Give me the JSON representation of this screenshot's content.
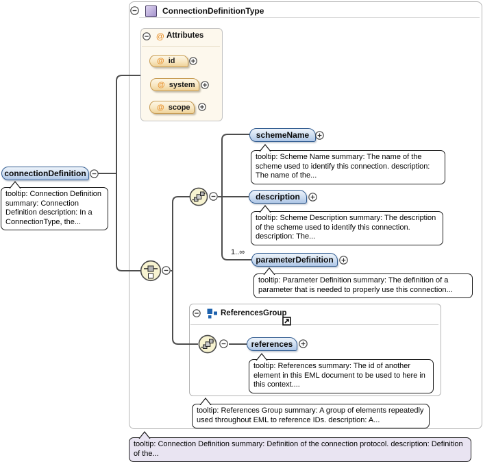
{
  "type": {
    "title": "ConnectionDefinitionType",
    "tooltip": "tooltip: Connection Definition summary: Definition of the connection protocol. description: Definition of the..."
  },
  "attributes": {
    "header": "Attributes",
    "at": "@",
    "items": [
      {
        "name": "id"
      },
      {
        "name": "system"
      },
      {
        "name": "scope"
      }
    ]
  },
  "root": {
    "name": "connectionDefinition",
    "tooltip": "tooltip: Connection Definition summary: Connection Definition description: In a ConnectionType, the..."
  },
  "children": [
    {
      "name": "schemeName",
      "tooltip": "tooltip: Scheme Name summary: The name of the scheme used to identify this connection. description: The name of the..."
    },
    {
      "name": "description",
      "tooltip": "tooltip: Scheme Description summary: The description of the scheme used to identify this connection. description: The..."
    },
    {
      "name": "parameterDefinition",
      "occurrence": "1..∞",
      "tooltip": "tooltip: Parameter Definition summary: The definition of a parameter that is needed to properly use this connection..."
    }
  ],
  "references_group": {
    "title": "ReferencesGroup",
    "tooltip": "tooltip: References Group summary: A group of elements repeatedly used throughout EML to reference IDs. description: A...",
    "child": {
      "name": "references",
      "tooltip": "tooltip: References summary: The id of another element in this EML document to be used to here in this context...."
    }
  },
  "colors": {
    "element_border": "#2f5a8f",
    "element_fill": "#bcd0ea",
    "attribute_fill": "#f1d7a0",
    "attribute_accent": "#e8912d",
    "compositor_fill": "#f7f3d0",
    "type_icon": "#b0a0d4",
    "group_icon": "#1e62ad",
    "tooltip_highlight": "#e9e4f2"
  }
}
